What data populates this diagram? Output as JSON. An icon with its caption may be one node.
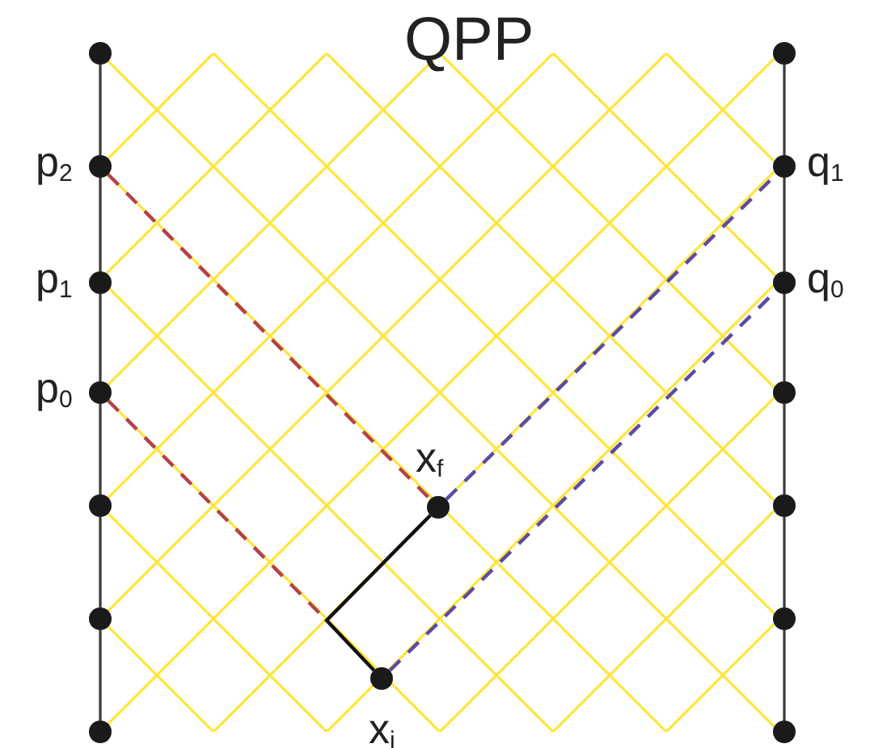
{
  "diagram": {
    "title": "QPP",
    "nodes": [
      {
        "text": [],
        "shape": "circle"
      },
      {
        "text": [],
        "shape": "circle",
        "beside": [
          "p$_{2}$"
        ]
      },
      {
        "text": [],
        "shape": "circle",
        "beside": [
          "p$_{1}$"
        ]
      },
      {
        "text": [],
        "shape": "circle",
        "beside": [
          "p$_{0}$"
        ]
      },
      {
        "text": [],
        "shape": "circle"
      },
      {
        "text": [],
        "shape": "circle"
      },
      {
        "text": [],
        "shape": "circle"
      },
      {
        "text": [],
        "shape": "circle"
      },
      {
        "text": [],
        "shape": "circle",
        "beside": [
          "q$_{1}$"
        ]
      },
      {
        "text": [],
        "shape": "circle",
        "beside": [
          "q$_{0}$"
        ]
      },
      {
        "text": [],
        "shape": "circle"
      },
      {
        "text": [],
        "shape": "circle"
      },
      {
        "text": [],
        "shape": "circle"
      },
      {
        "text": [],
        "shape": "circle"
      },
      {
        "text": [],
        "shape": "circle",
        "beside": [
          "x$_{f}$"
        ]
      },
      {
        "text": [],
        "shape": "circle",
        "beside": [
          "x$_{i}$"
        ]
      }
    ],
    "edges": [
      {
        "from": 0,
        "to": 1,
        "arrow": "none"
      },
      {
        "from": 1,
        "to": 2,
        "arrow": "none"
      },
      {
        "from": 2,
        "to": 3,
        "arrow": "none"
      },
      {
        "from": 3,
        "to": 4,
        "arrow": "none"
      },
      {
        "from": 4,
        "to": 5,
        "arrow": "none"
      },
      {
        "from": 5,
        "to": 6,
        "arrow": "none"
      },
      {
        "from": 7,
        "to": 8,
        "arrow": "none"
      },
      {
        "from": 8,
        "to": 9,
        "arrow": "none"
      },
      {
        "from": 9,
        "to": 10,
        "arrow": "none"
      },
      {
        "from": 10,
        "to": 11,
        "arrow": "none"
      },
      {
        "from": 11,
        "to": 12,
        "arrow": "none"
      },
      {
        "from": 12,
        "to": 13,
        "arrow": "none"
      },
      {
        "from": 1,
        "to": 14,
        "arrow": "none",
        "style": "dashed",
        "color": "#b5414a"
      },
      {
        "from": 3,
        "to": null,
        "arrow": "none",
        "style": "dashed",
        "color": "#b5414a"
      },
      {
        "from": 14,
        "to": 15,
        "arrow": "none"
      },
      {
        "from": 15,
        "to": 9,
        "arrow": "none",
        "style": "dashed",
        "color": "#5b4aa8"
      },
      {
        "from": 14,
        "to": 8,
        "arrow": "none",
        "style": "dashed",
        "color": "#5b4aa8"
      }
    ]
  }
}
